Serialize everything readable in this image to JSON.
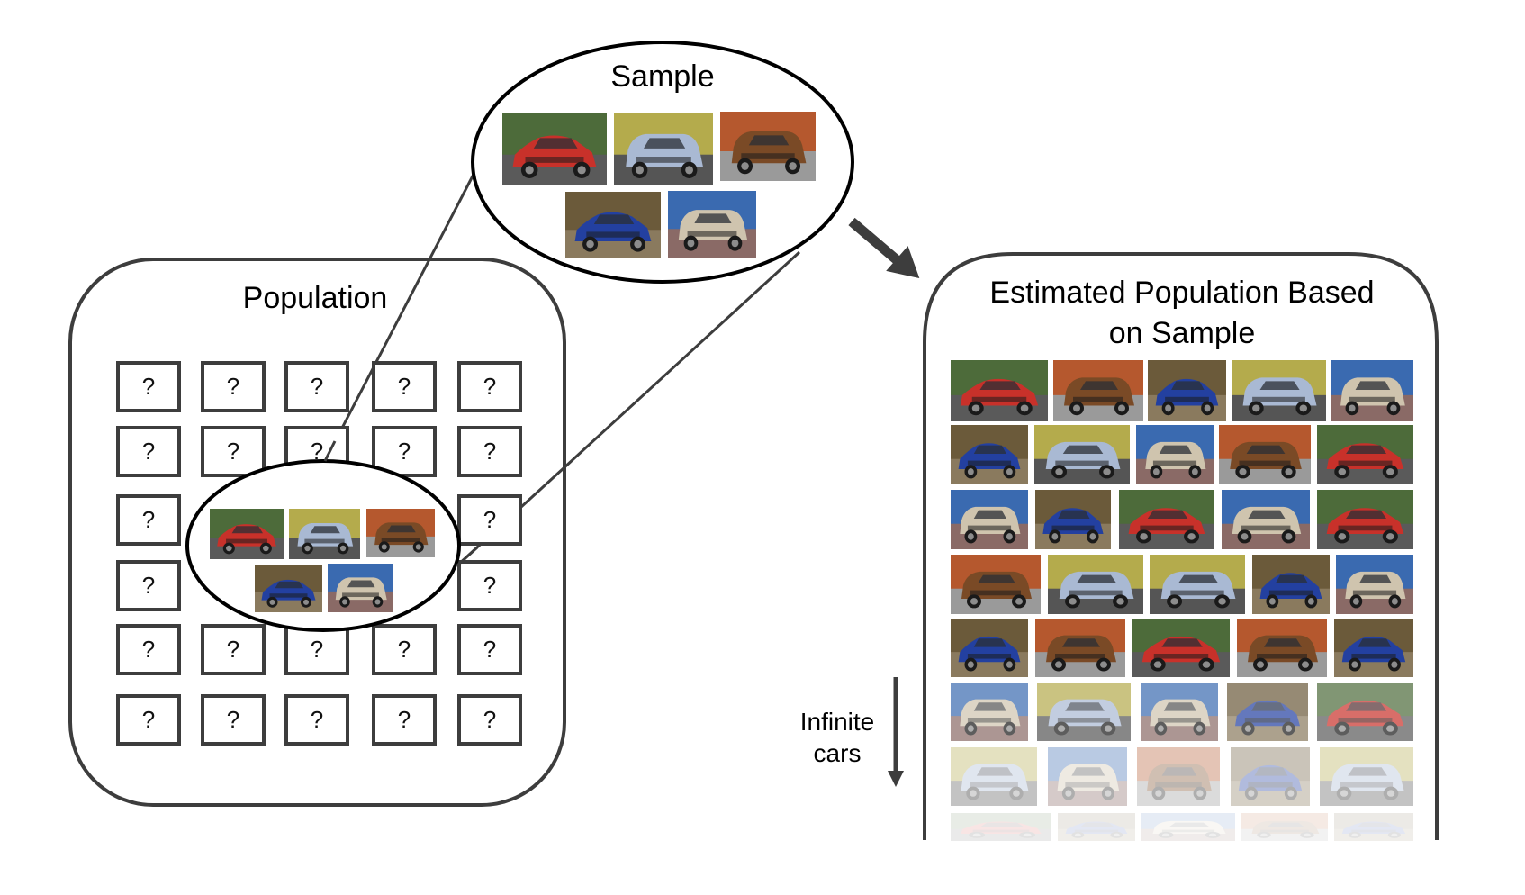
{
  "figure": {
    "sample_title": "Sample",
    "population_title": "Population",
    "estimated_title_line1": "Estimated Population Based",
    "estimated_title_line2": "on Sample",
    "infinite_label_line1": "Infinite",
    "infinite_label_line2": "cars",
    "unknown_marker": "?"
  },
  "colors": {
    "outline": "#3d3d3d",
    "ellipse_stroke": "#000000",
    "background": "#ffffff"
  },
  "car_types": {
    "prius": {
      "label": "red sedan",
      "body": "#c8312a",
      "bg_top": "#4d6b3a",
      "bg_bottom": "#5a5a5a"
    },
    "acura": {
      "label": "silver-blue SUV",
      "body": "#a9b9d3",
      "bg_top": "#b4ab4c",
      "bg_bottom": "#555"
    },
    "kia": {
      "label": "brown boxy car",
      "body": "#7a4a26",
      "bg_top": "#b5582e",
      "bg_bottom": "#9a9a9a"
    },
    "hyundai": {
      "label": "blue hatchback",
      "body": "#2340a0",
      "bg_top": "#6b5a3a",
      "bg_bottom": "#8a7a5e"
    },
    "tahoe": {
      "label": "tan SUV",
      "body": "#cfc4ae",
      "bg_top": "#3a6ab0",
      "bg_bottom": "#8a6a66"
    }
  },
  "sample_cars": [
    "prius",
    "acura",
    "kia",
    "hyundai",
    "tahoe"
  ],
  "population_grid": {
    "rows": 6,
    "cols": 5,
    "hidden_by_sample": [
      [
        2,
        1
      ],
      [
        2,
        2
      ],
      [
        2,
        3
      ],
      [
        3,
        1
      ],
      [
        3,
        2
      ],
      [
        3,
        3
      ]
    ]
  },
  "estimated_rows": [
    {
      "cars": [
        "prius",
        "kia",
        "hyundai",
        "acura",
        "tahoe"
      ],
      "opacity": 1.0
    },
    {
      "cars": [
        "hyundai",
        "acura",
        "tahoe",
        "kia",
        "prius"
      ],
      "opacity": 1.0
    },
    {
      "cars": [
        "tahoe",
        "hyundai",
        "prius",
        "tahoe",
        "prius"
      ],
      "opacity": 1.0
    },
    {
      "cars": [
        "kia",
        "acura",
        "acura",
        "hyundai",
        "tahoe"
      ],
      "opacity": 1.0
    },
    {
      "cars": [
        "hyundai",
        "kia",
        "prius",
        "kia",
        "hyundai"
      ],
      "opacity": 1.0
    },
    {
      "cars": [
        "tahoe",
        "acura",
        "tahoe",
        "hyundai",
        "prius"
      ],
      "opacity": 0.7
    },
    {
      "cars": [
        "acura",
        "tahoe",
        "kia",
        "hyundai",
        "acura"
      ],
      "opacity": 0.35
    },
    {
      "cars": [
        "prius",
        "hyundai",
        "tahoe",
        "kia",
        "hyundai"
      ],
      "opacity": 0.12
    }
  ]
}
